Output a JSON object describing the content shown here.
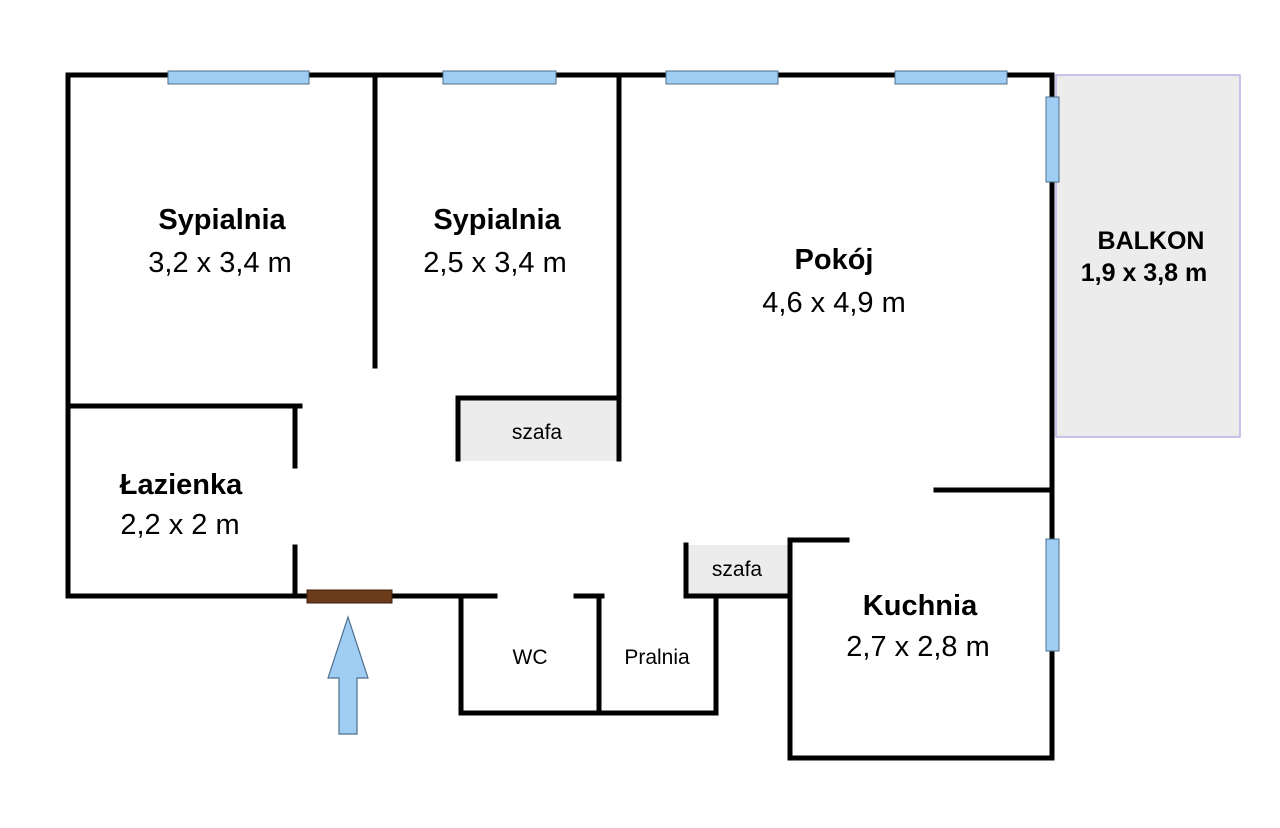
{
  "rooms": {
    "bedroom1": {
      "name": "Sypialnia",
      "size": "3,2 x 3,4 m"
    },
    "bedroom2": {
      "name": "Sypialnia",
      "size": "2,5 x 3,4 m"
    },
    "living": {
      "name": "Pokój",
      "size": "4,6 x 4,9 m"
    },
    "balcony": {
      "name": "BALKON",
      "size": "1,9 x 3,8 m"
    },
    "bathroom": {
      "name": "Łazienka",
      "size": "2,2 x 2 m"
    },
    "kitchen": {
      "name": "Kuchnia",
      "size": "2,7 x 2,8 m"
    },
    "wc": {
      "name": "WC"
    },
    "laundry": {
      "name": "Pralnia"
    },
    "wardrobe1": {
      "name": "szafa"
    },
    "wardrobe2": {
      "name": "szafa"
    }
  },
  "colors": {
    "wall": "#000000",
    "window": "#9fcdf3",
    "door": "#6b3b1a",
    "balcony_fill": "#ececec",
    "entrance_arrow": "#9fcdf3"
  }
}
